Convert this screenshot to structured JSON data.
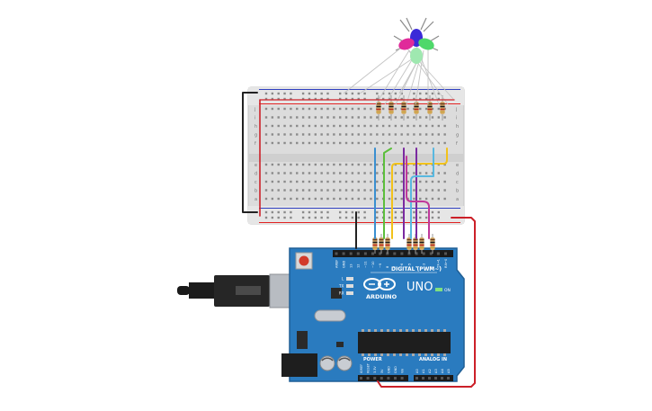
{
  "colors": {
    "board_blue": "#2a7bbf",
    "board_dark": "#1f5f95",
    "breadboard": "#dcdcdc",
    "rail_red": "#e02020",
    "rail_blue": "#3040c0",
    "wire_red": "#cc2028",
    "wire_black": "#222222",
    "wire_blue": "#3a8fd0",
    "wire_green": "#5cbf3c",
    "wire_yellow": "#f2c21a",
    "wire_purple": "#7a2aa0",
    "wire_pink": "#c0389a",
    "wire_lightblue": "#58b8e0",
    "led_blue": "#3a2ad8",
    "led_pink": "#e02a9a",
    "led_green": "#6ae08a",
    "resistor": "#d8b070"
  },
  "arduino": {
    "logo": "ARDUINO",
    "model": "UNO",
    "digital_label": "DIGITAL (PWM~)",
    "power_label": "POWER",
    "analog_label": "ANALOG IN",
    "on_label": "ON",
    "led_l": "L",
    "led_tx": "TX",
    "led_rx": "RX",
    "digital_pins": [
      "AREF",
      "GND",
      "13",
      "12",
      "~11",
      "~10",
      "~9",
      "8",
      "7",
      "~6",
      "~5",
      "4",
      "~3",
      "2",
      "TX→1",
      "RX←0"
    ],
    "power_pins": [
      "IOREF",
      "RESET",
      "3.3V",
      "5V",
      "GND",
      "GND",
      "Vin"
    ],
    "analog_pins": [
      "A0",
      "A1",
      "A2",
      "A3",
      "A4",
      "A5"
    ]
  },
  "breadboard": {
    "row_letters_top": [
      "j",
      "i",
      "h",
      "g",
      "f"
    ],
    "row_letters_bottom": [
      "e",
      "d",
      "c",
      "b",
      "a"
    ]
  }
}
